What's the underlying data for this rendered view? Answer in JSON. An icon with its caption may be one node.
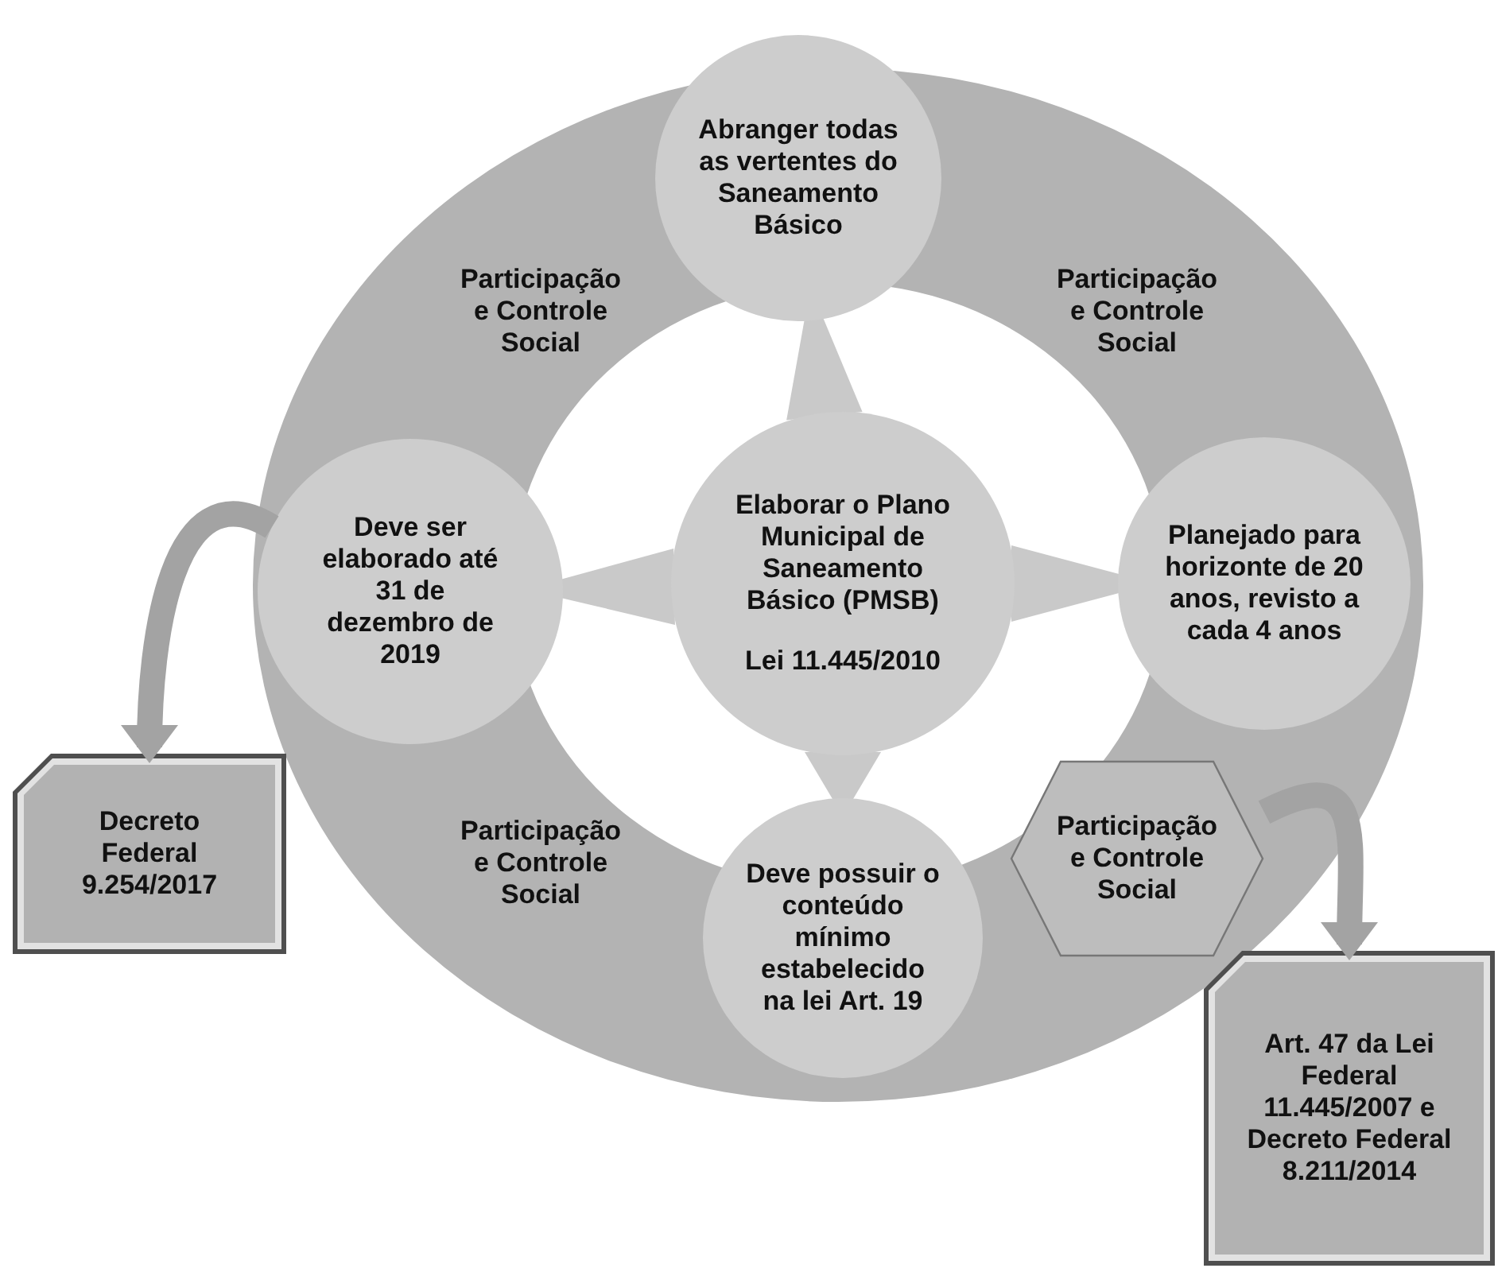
{
  "diagram": {
    "nodes": [
      {
        "text": [
          "Abranger todas as vertentes do Saneamento Básico"
        ]
      },
      {
        "text": [
          "Deve ser elaborado até 31 de dezembro de 2019"
        ]
      },
      {
        "text": [
          "Elaborar o Plano Municipal de Saneamento Básico (PMSB)",
          "Lei 11.445/2010"
        ]
      },
      {
        "text": [
          "Planejado para horizonte de 20 anos, revisto a cada 4 anos"
        ]
      },
      {
        "text": [
          "Participação e Controle Social"
        ]
      },
      {
        "text": [
          "Decreto Federal 9.254/2017"
        ]
      },
      {
        "text": [
          "Deve possuir o conteúdo mínimo estabelecido na lei Art. 19"
        ]
      },
      {
        "text": [
          "Art.  47 da Lei Federal 11.445/2007 e Decreto Federal 8.211/2014"
        ]
      }
    ],
    "edges": [
      {
        "from": 2,
        "to": 0,
        "arrow": "none"
      },
      {
        "from": 2,
        "to": 1,
        "arrow": "none"
      },
      {
        "from": 2,
        "to": 3,
        "arrow": "none"
      },
      {
        "from": 2,
        "to": 6,
        "arrow": "none"
      },
      {
        "from": 1,
        "to": 5,
        "arrow": "to"
      },
      {
        "from": 4,
        "to": 7,
        "arrow": "to"
      }
    ],
    "labels": [
      "Participação e Controle Social",
      "Participação e Controle Social",
      "Participação e Controle Social"
    ]
  }
}
